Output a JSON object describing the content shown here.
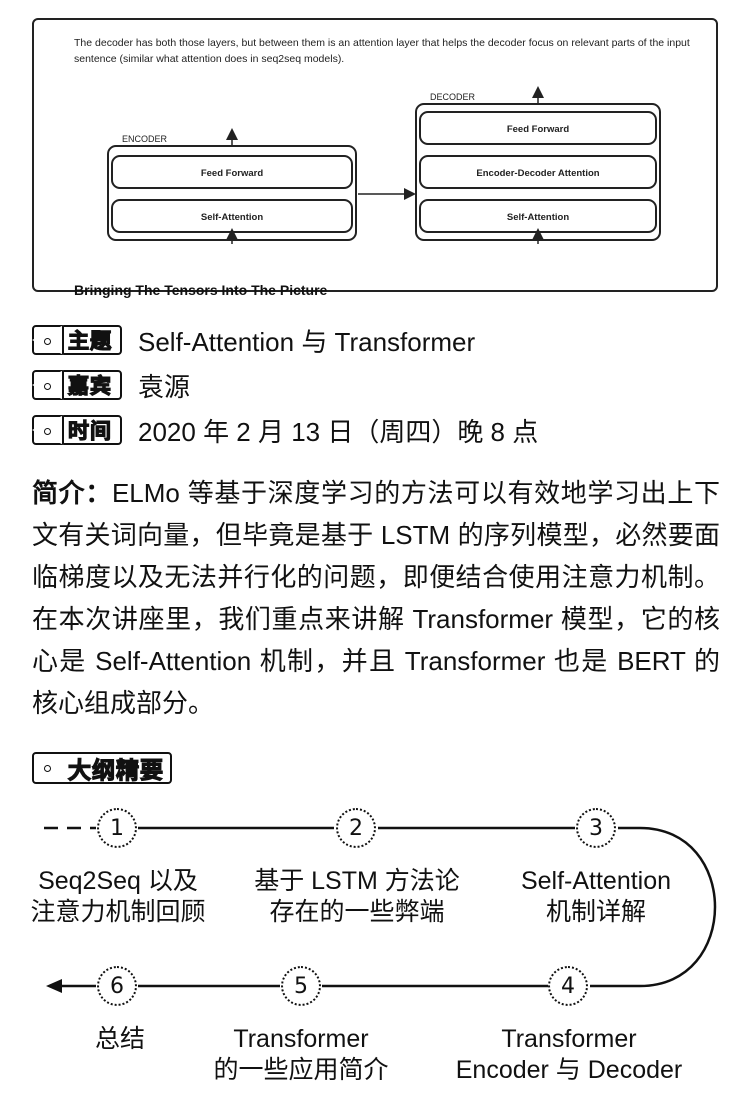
{
  "figure": {
    "caption": "The decoder has both those layers, but between them is an attention layer that helps the decoder focus on relevant parts of the input sentence (similar what attention does in seq2seq models).",
    "title": "Bringing The Tensors Into The Picture",
    "encoder": {
      "label": "ENCODER",
      "layers": [
        "Feed Forward",
        "Self-Attention"
      ]
    },
    "decoder": {
      "label": "DECODER",
      "layers": [
        "Feed Forward",
        "Encoder-Decoder Attention",
        "Self-Attention"
      ]
    }
  },
  "meta": {
    "topic": {
      "tag": "主题",
      "value": "Self-Attention 与 Transformer"
    },
    "guest": {
      "tag": "嘉宾",
      "value": "袁源"
    },
    "time": {
      "tag": "时间",
      "value": "2020 年 2 月 13 日（周四）晚 8 点"
    }
  },
  "intro": {
    "label": "简介：",
    "text": "ELMo 等基于深度学习的方法可以有效地学习出上下文有关词向量，但毕竟是基于 LSTM 的序列模型，必然要面临梯度以及无法并行化的问题，即便结合使用注意力机制。在本次讲座里，我们重点来讲解 Transformer 模型，它的核心是 Self-Attention 机制，并且 Transformer 也是 BERT 的核心组成部分。"
  },
  "outline": {
    "tag": "大纲精要",
    "steps": [
      {
        "num": "1",
        "line1": "Seq2Seq 以及",
        "line2": "注意力机制回顾"
      },
      {
        "num": "2",
        "line1": "基于 LSTM 方法论",
        "line2": "存在的一些弊端"
      },
      {
        "num": "3",
        "line1": "Self-Attention",
        "line2": "机制详解"
      },
      {
        "num": "4",
        "line1": "Transformer",
        "line2": "Encoder 与 Decoder"
      },
      {
        "num": "5",
        "line1": "Transformer",
        "line2": "的一些应用简介"
      },
      {
        "num": "6",
        "line1": "总结",
        "line2": ""
      }
    ]
  }
}
